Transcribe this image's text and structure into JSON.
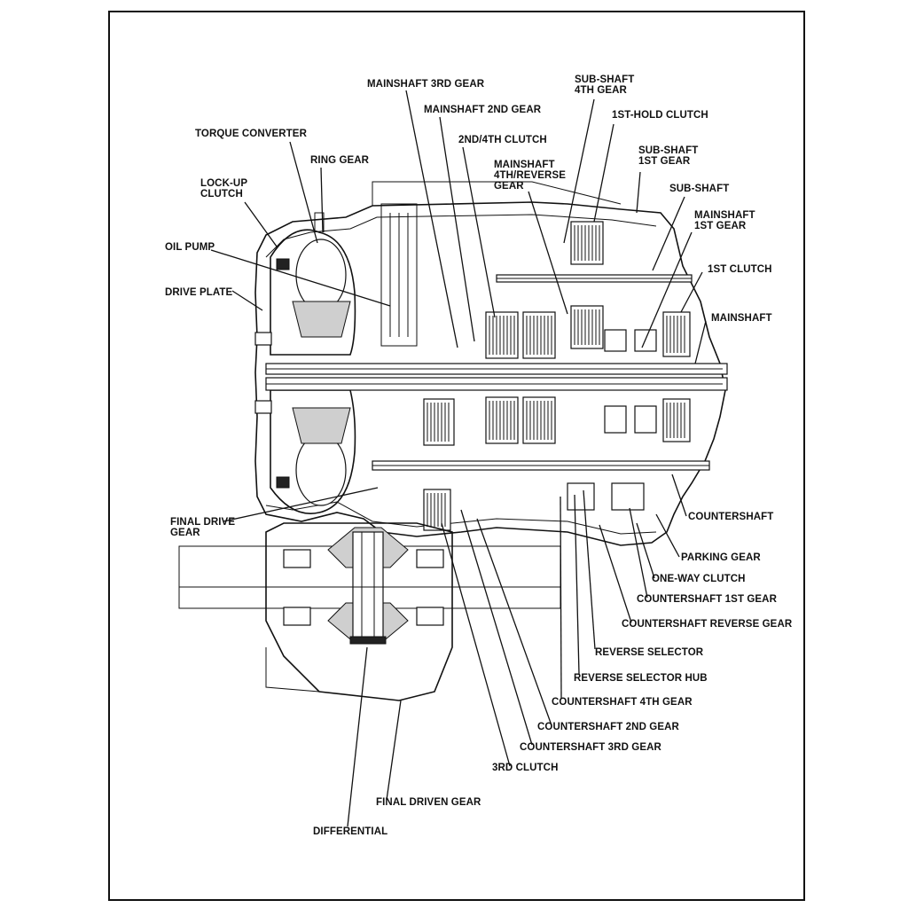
{
  "labels": {
    "mainshaft_3rd_gear": "MAINSHAFT 3RD GEAR",
    "mainshaft_2nd_gear": "MAINSHAFT 2ND GEAR",
    "torque_converter": "TORQUE CONVERTER",
    "clutch_2nd_4th": "2ND/4TH CLUTCH",
    "sub_shaft_4th_gear_1": "SUB-SHAFT",
    "sub_shaft_4th_gear_2": "4TH GEAR",
    "hold_clutch_1st": "1ST-HOLD CLUTCH",
    "ring_gear": "RING GEAR",
    "mainshaft_4th_rev_1": "MAINSHAFT",
    "mainshaft_4th_rev_2": "4TH/REVERSE",
    "mainshaft_4th_rev_3": "GEAR",
    "sub_shaft_1st_gear_1": "SUB-SHAFT",
    "sub_shaft_1st_gear_2": "1ST GEAR",
    "lockup_clutch_1": "LOCK-UP",
    "lockup_clutch_2": "CLUTCH",
    "sub_shaft": "SUB-SHAFT",
    "mainshaft_1st_gear_1": "MAINSHAFT",
    "mainshaft_1st_gear_2": "1ST GEAR",
    "oil_pump": "OIL PUMP",
    "clutch_1st": "1ST CLUTCH",
    "drive_plate": "DRIVE PLATE",
    "mainshaft": "MAINSHAFT",
    "final_drive_gear_1": "FINAL DRIVE",
    "final_drive_gear_2": "GEAR",
    "countershaft": "COUNTERSHAFT",
    "parking_gear": "PARKING GEAR",
    "one_way_clutch": "ONE-WAY CLUTCH",
    "countershaft_1st_gear": "COUNTERSHAFT 1ST GEAR",
    "countershaft_reverse_gear": "COUNTERSHAFT REVERSE GEAR",
    "reverse_selector": "REVERSE SELECTOR",
    "reverse_selector_hub": "REVERSE SELECTOR HUB",
    "countershaft_4th_gear": "COUNTERSHAFT 4TH GEAR",
    "countershaft_2nd_gear": "COUNTERSHAFT 2ND GEAR",
    "countershaft_3rd_gear": "COUNTERSHAFT 3RD GEAR",
    "clutch_3rd": "3RD CLUTCH",
    "final_driven_gear": "FINAL DRIVEN GEAR",
    "differential": "DIFFERENTIAL"
  },
  "colors": {
    "ink": "#111111",
    "paper": "#ffffff",
    "shade": "#cfcfcf"
  }
}
